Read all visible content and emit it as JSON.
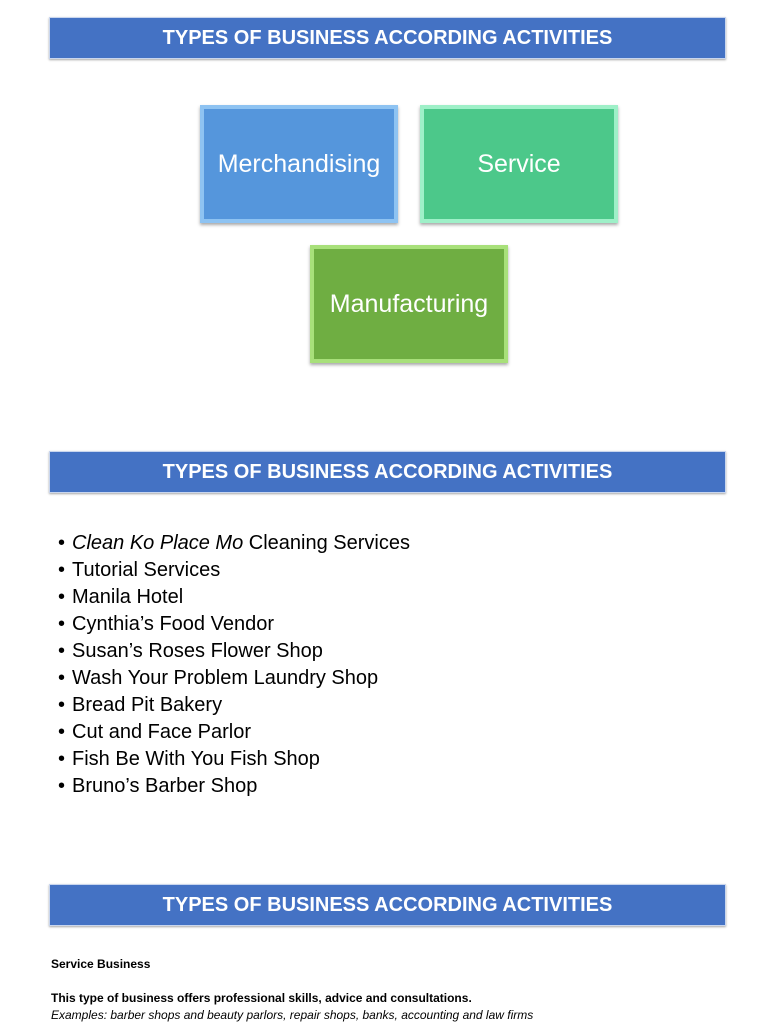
{
  "banners": [
    "TYPES OF BUSINESS ACCORDING ACTIVITIES",
    "TYPES OF BUSINESS ACCORDING ACTIVITIES",
    "TYPES OF BUSINESS ACCORDING ACTIVITIES"
  ],
  "boxes": {
    "merchandising": "Merchandising",
    "service": "Service",
    "manufacturing": "Manufacturing"
  },
  "list": {
    "first_italic": "Clean Ko Place Mo",
    "first_rest": " Cleaning Services",
    "items": [
      "Tutorial Services",
      "Manila Hotel",
      "Cynthia’s Food Vendor",
      "Susan’s Roses Flower Shop",
      "Wash Your Problem Laundry Shop",
      "Bread Pit Bakery",
      "Cut and Face Parlor",
      "Fish Be With You Fish Shop",
      "Bruno’s Barber Shop"
    ]
  },
  "service_business": {
    "title": "Service Business",
    "description": "This type of business offers professional skills, advice and consultations.",
    "examples": "Examples: barber shops and beauty parlors, repair shops, banks, accounting and law firms"
  },
  "colors": {
    "banner": "#4472c4",
    "merchandising": "#5596dc",
    "service": "#4cc88a",
    "manufacturing": "#6fae42"
  }
}
